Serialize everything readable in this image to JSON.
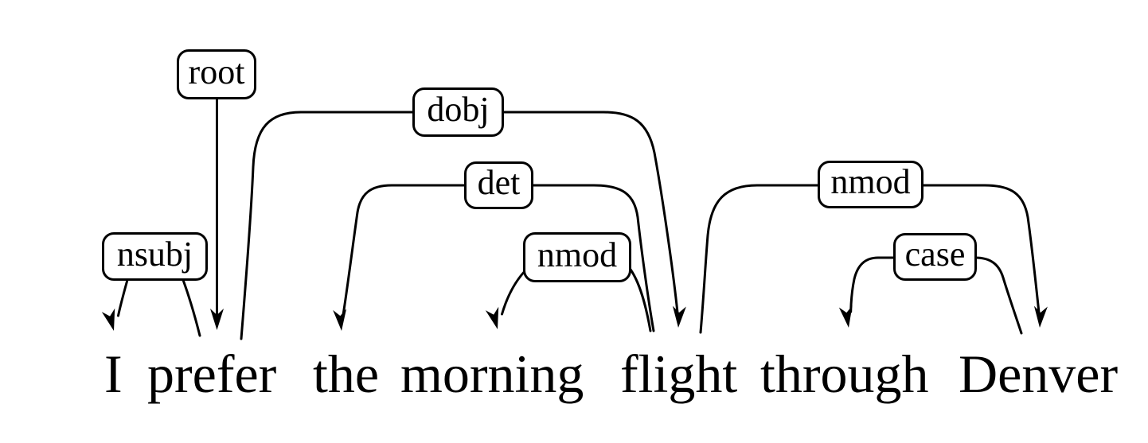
{
  "diagram": {
    "kind": "dependency-parse",
    "sentence": {
      "text": "I prefer the morning flight through Denver",
      "words": [
        "I",
        "prefer",
        "the",
        "morning",
        "flight",
        "through",
        "Denver"
      ]
    },
    "dependencies": [
      {
        "label": "root",
        "head": null,
        "dependent": "prefer"
      },
      {
        "label": "nsubj",
        "head": "prefer",
        "dependent": "I"
      },
      {
        "label": "dobj",
        "head": "prefer",
        "dependent": "flight"
      },
      {
        "label": "det",
        "head": "flight",
        "dependent": "the"
      },
      {
        "label": "nmod",
        "head": "flight",
        "dependent": "morning"
      },
      {
        "label": "nmod",
        "head": "flight",
        "dependent": "Denver"
      },
      {
        "label": "case",
        "head": "Denver",
        "dependent": "through"
      }
    ],
    "colors": {
      "ink": "#000000",
      "background": "#ffffff"
    }
  }
}
